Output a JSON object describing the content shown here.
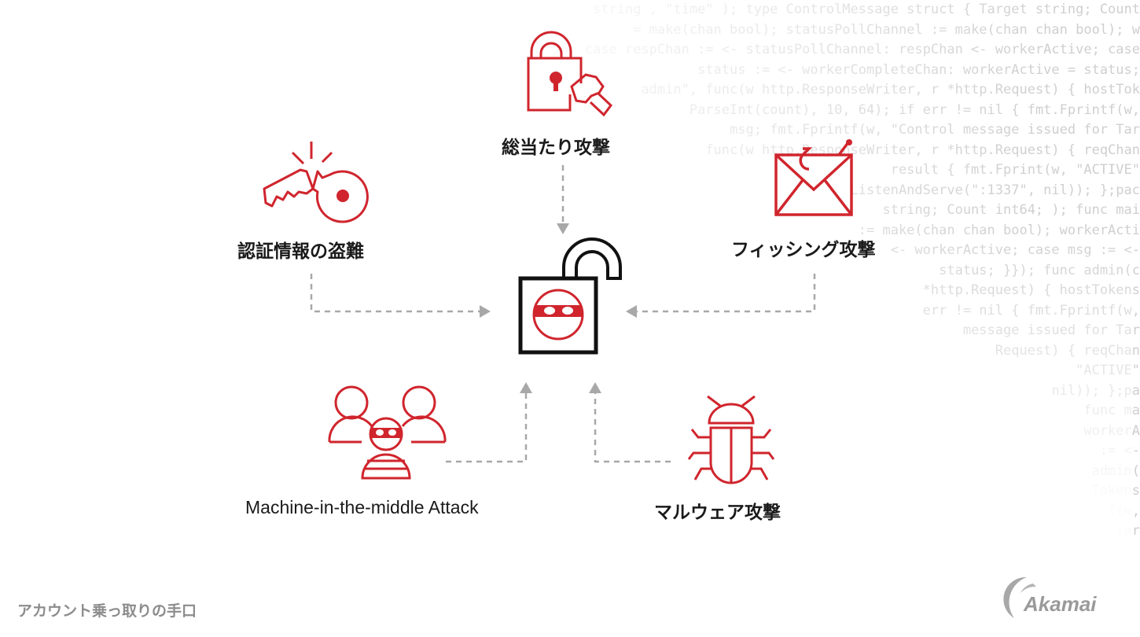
{
  "diagram": {
    "title": "アカウント乗っ取りの手口",
    "center": {
      "name": "アカウント乗っ取り",
      "icon": "unlocked-padlock-bandit-icon"
    },
    "attacks": [
      {
        "id": "brute-force",
        "label": "総当たり攻撃",
        "icon": "padlock-hand-icon"
      },
      {
        "id": "credential-theft",
        "label": "認証情報の盗難",
        "icon": "broken-key-icon"
      },
      {
        "id": "phishing",
        "label": "フィッシング攻撃",
        "icon": "envelope-hook-icon"
      },
      {
        "id": "mitm",
        "label": "Machine-in-the-middle Attack",
        "icon": "users-bandit-icon"
      },
      {
        "id": "malware",
        "label": "マルウェア攻撃",
        "icon": "bug-icon"
      }
    ],
    "colors": {
      "accent": "#d0252d",
      "arrow": "#a8a8a8",
      "text": "#1a1a1a",
      "footer": "#8c8c8c",
      "center_stroke": "#111111"
    }
  },
  "background_code": [
    "  string , \"time\" ); type ControlMessage struct { Target string; Count",
    "= make(chan bool); statusPollChannel := make(chan chan bool); w",
    "case respChan := <- statusPollChannel: respChan <- workerActive; case",
    "  status := <- workerCompleteChan: workerActive = status;",
    "  admin\", func(w http.ResponseWriter, r *http.Request) { hostTok",
    "  ParseInt(count), 10, 64); if err != nil { fmt.Fprintf(w,",
    "  msg; fmt.Fprintf(w, \"Control message issued for Tar",
    "  func(w http.ResponseWriter, r *http.Request) { reqChan",
    "    result { fmt.Fprint(w, \"ACTIVE\"",
    "  ListenAndServe(\":1337\", nil)); };pac",
    "  string; Count int64; ); func mai",
    "  := make(chan chan bool); workerActi",
    "  <- workerActive; case msg := <-",
    "  status; }}); func admin(c",
    "  *http.Request) { hostTokens",
    "  err != nil { fmt.Fprintf(w,",
    "  message issued for Tar",
    "  Request) { reqChan",
    "  \"ACTIVE\"",
    "  nil)); };pa",
    "  func ma",
    "  workerA",
    "  := <-",
    "  admin(",
    "  Tokens",
    "  f(w,",
    "  Tar"
  ],
  "logo": {
    "text": "Akamai"
  }
}
